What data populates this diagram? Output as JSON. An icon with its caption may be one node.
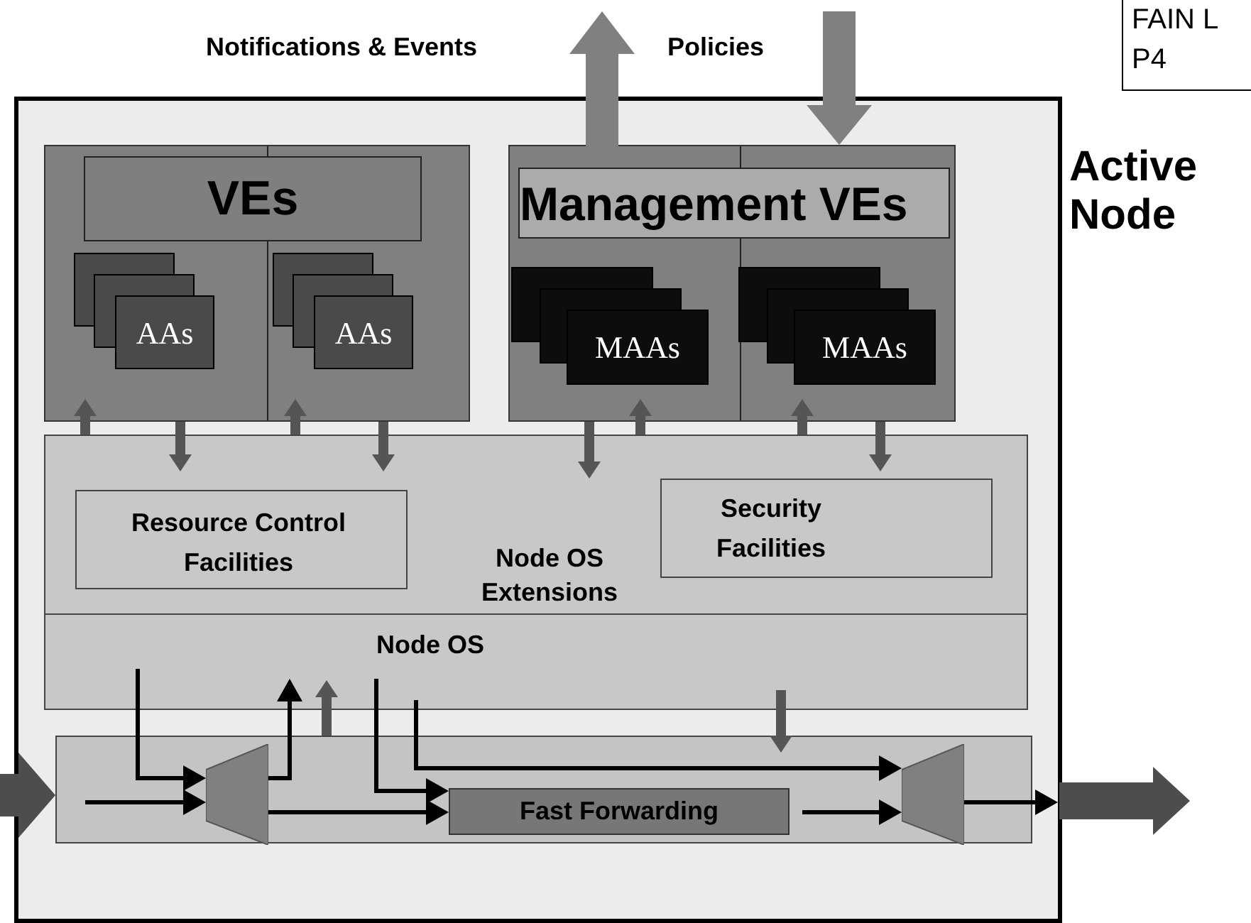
{
  "diagram": {
    "nodes": [
      {
        "text": [
          "Active Node"
        ]
      },
      {
        "text": [],
        "shape": "box",
        "in": 0
      },
      {
        "text": [
          "VEs"
        ],
        "in": 1
      },
      {
        "text": [
          "AAs"
        ],
        "in": 1
      },
      {
        "text": [
          "AAs"
        ],
        "in": 1
      },
      {
        "text": [],
        "shape": "box",
        "in": 0
      },
      {
        "text": [
          "Management VEs"
        ],
        "in": 5
      },
      {
        "text": [
          "MAAs"
        ],
        "in": 5
      },
      {
        "text": [
          "MAAs"
        ],
        "in": 5
      },
      {
        "text": [
          "Node OS Extensions"
        ],
        "in": 0
      },
      {
        "text": [
          "Resource Control Facilities"
        ],
        "in": 9
      },
      {
        "text": [
          "Security Facilities"
        ],
        "in": 9
      },
      {
        "text": [
          "Node OS"
        ],
        "in": 0
      },
      {
        "text": [],
        "shape": "box",
        "in": 0
      },
      {
        "text": [],
        "shape": "trapezoid",
        "in": 13
      },
      {
        "text": [
          "Fast Forwarding"
        ],
        "in": 13
      },
      {
        "text": [],
        "shape": "trapezoid",
        "in": 13
      },
      {
        "text": [
          "FAIN L",
          "P4"
        ]
      }
    ],
    "edges": [
      {
        "from": 5,
        "to": null,
        "arrow": "to",
        "style": "thick",
        "color": "#808080"
      },
      {
        "from": null,
        "to": 5,
        "arrow": "to",
        "style": "thick",
        "color": "#808080"
      },
      {
        "from": null,
        "to": 13,
        "arrow": "to",
        "style": "thick",
        "color": "#4d4d4d"
      },
      {
        "from": 0,
        "to": null,
        "arrow": "to",
        "style": "thick",
        "color": "#4d4d4d"
      },
      {
        "from": 9,
        "to": 1,
        "arrow": "to",
        "color": "#555555"
      },
      {
        "from": 1,
        "to": 9,
        "arrow": "to",
        "color": "#555555"
      },
      {
        "from": 9,
        "to": 1,
        "arrow": "to",
        "color": "#555555"
      },
      {
        "from": 1,
        "to": 9,
        "arrow": "to",
        "color": "#555555"
      },
      {
        "from": 5,
        "to": 9,
        "arrow": "to",
        "color": "#555555"
      },
      {
        "from": 9,
        "to": 5,
        "arrow": "to",
        "color": "#555555"
      },
      {
        "from": 9,
        "to": 5,
        "arrow": "to",
        "color": "#555555"
      },
      {
        "from": 5,
        "to": 9,
        "arrow": "to",
        "color": "#555555"
      },
      {
        "from": 13,
        "to": 12,
        "arrow": "to",
        "color": "#555555"
      },
      {
        "from": 12,
        "to": 13,
        "arrow": "to",
        "color": "#555555"
      },
      {
        "from": 12,
        "to": 14,
        "arrow": "to"
      },
      {
        "from": null,
        "to": 14,
        "arrow": "to"
      },
      {
        "from": 14,
        "to": 12,
        "arrow": "to"
      },
      {
        "from": 12,
        "to": 15,
        "arrow": "to"
      },
      {
        "from": 14,
        "to": 15,
        "arrow": "to"
      },
      {
        "from": 12,
        "to": 16,
        "arrow": "to"
      },
      {
        "from": 15,
        "to": 16,
        "arrow": "to"
      },
      {
        "from": 16,
        "to": null,
        "arrow": "to"
      }
    ],
    "labels": [
      "Notifications & Events",
      "Policies"
    ]
  }
}
